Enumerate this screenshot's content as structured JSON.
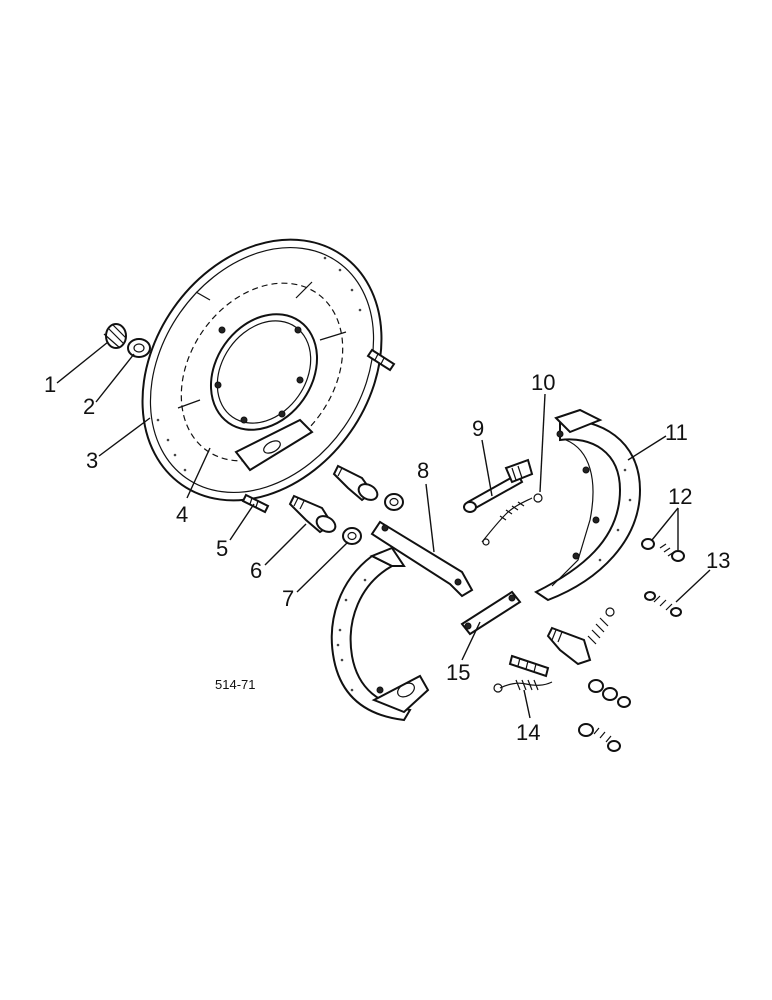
{
  "reference_code": "514-71",
  "callouts": [
    {
      "id": "1",
      "text": "1"
    },
    {
      "id": "2",
      "text": "2"
    },
    {
      "id": "3",
      "text": "3"
    },
    {
      "id": "4",
      "text": "4"
    },
    {
      "id": "5",
      "text": "5"
    },
    {
      "id": "6",
      "text": "6"
    },
    {
      "id": "7",
      "text": "7"
    },
    {
      "id": "8",
      "text": "8"
    },
    {
      "id": "9",
      "text": "9"
    },
    {
      "id": "10",
      "text": "10"
    },
    {
      "id": "11",
      "text": "11"
    },
    {
      "id": "12",
      "text": "12"
    },
    {
      "id": "13",
      "text": "13"
    },
    {
      "id": "14",
      "text": "14"
    },
    {
      "id": "15",
      "text": "15"
    }
  ]
}
